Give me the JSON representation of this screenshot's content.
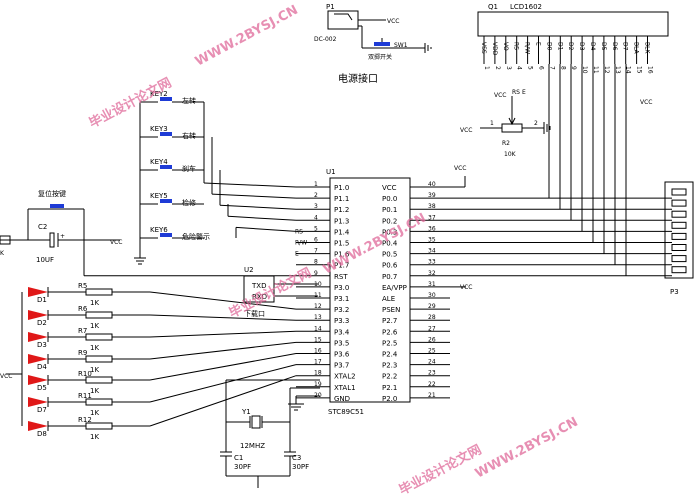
{
  "power": {
    "jack_ref": "P1",
    "jack_part": "DC-002",
    "vcc": "VCC",
    "switch_ref": "SW1",
    "switch_label": "双掷开关",
    "title": "电源接口"
  },
  "lcd": {
    "ref": "Q1",
    "part": "LCD1602",
    "pin_names": [
      "VSS",
      "VDD",
      "VO",
      "RS",
      "R/W",
      "E",
      "D0",
      "D1",
      "D2",
      "D3",
      "D4",
      "D5",
      "D6",
      "D7",
      "BLA",
      "BLK"
    ],
    "pin_numbers": [
      "1",
      "2",
      "3",
      "4",
      "5",
      "6",
      "7",
      "8",
      "9",
      "10",
      "11",
      "12",
      "13",
      "14",
      "15",
      "16"
    ],
    "rs_pin": "RS",
    "en_pin": "E",
    "vcc": "VCC",
    "pot_ref": "R2",
    "pot_value": "10K",
    "pot_pin1": "1",
    "pot_pin2": "2"
  },
  "mcu": {
    "ref": "U1",
    "part": "STC89C51",
    "left_pins": [
      {
        "num": "1",
        "name": "P1.0"
      },
      {
        "num": "2",
        "name": "P1.1"
      },
      {
        "num": "3",
        "name": "P1.2"
      },
      {
        "num": "4",
        "name": "P1.3"
      },
      {
        "num": "5",
        "name": "P1.4"
      },
      {
        "num": "6",
        "name": "P1.5"
      },
      {
        "num": "7",
        "name": "P1.6"
      },
      {
        "num": "8",
        "name": "P1.7"
      },
      {
        "num": "9",
        "name": "RST"
      },
      {
        "num": "10",
        "name": "P3.0"
      },
      {
        "num": "11",
        "name": "P3.1"
      },
      {
        "num": "12",
        "name": "P3.2"
      },
      {
        "num": "13",
        "name": "P3.3"
      },
      {
        "num": "14",
        "name": "P3.4"
      },
      {
        "num": "15",
        "name": "P3.5"
      },
      {
        "num": "16",
        "name": "P3.6"
      },
      {
        "num": "17",
        "name": "P3.7"
      },
      {
        "num": "18",
        "name": "XTAL2"
      },
      {
        "num": "19",
        "name": "XTAL1"
      },
      {
        "num": "20",
        "name": "GND"
      }
    ],
    "right_pins": [
      {
        "num": "40",
        "name": "VCC"
      },
      {
        "num": "39",
        "name": "P0.0"
      },
      {
        "num": "38",
        "name": "P0.1"
      },
      {
        "num": "37",
        "name": "P0.2"
      },
      {
        "num": "36",
        "name": "P0.3"
      },
      {
        "num": "35",
        "name": "P0.4"
      },
      {
        "num": "34",
        "name": "P0.5"
      },
      {
        "num": "33",
        "name": "P0.6"
      },
      {
        "num": "32",
        "name": "P0.7"
      },
      {
        "num": "31",
        "name": "EA/VPP"
      },
      {
        "num": "30",
        "name": "ALE"
      },
      {
        "num": "29",
        "name": "PSEN"
      },
      {
        "num": "28",
        "name": "P2.7"
      },
      {
        "num": "27",
        "name": "P2.6"
      },
      {
        "num": "26",
        "name": "P2.5"
      },
      {
        "num": "25",
        "name": "P2.4"
      },
      {
        "num": "24",
        "name": "P2.3"
      },
      {
        "num": "23",
        "name": "P2.2"
      },
      {
        "num": "22",
        "name": "P2.1"
      },
      {
        "num": "21",
        "name": "P2.0"
      }
    ],
    "left_net_labels": [
      "RS",
      "R/W",
      "E"
    ]
  },
  "keys": [
    {
      "ref": "KEY2",
      "label": "左转"
    },
    {
      "ref": "KEY3",
      "label": "右转"
    },
    {
      "ref": "KEY4",
      "label": "刹车"
    },
    {
      "ref": "KEY5",
      "label": "检修"
    },
    {
      "ref": "KEY6",
      "label": "危险警示"
    }
  ],
  "reset": {
    "label": "复位按键",
    "cap_ref": "C2",
    "cap_value": "10UF",
    "res_frag": "K"
  },
  "serial": {
    "ref": "U2",
    "txd": "TXD",
    "rxd": "RXD",
    "label": "下载口"
  },
  "leds": [
    {
      "led": "D1",
      "res": "R5",
      "value": "1K"
    },
    {
      "led": "D2",
      "res": "R6",
      "value": "1K"
    },
    {
      "led": "D3",
      "res": "R7",
      "value": "1K"
    },
    {
      "led": "D4",
      "res": "R9",
      "value": "1K"
    },
    {
      "led": "D5",
      "res": "R10",
      "value": "1K"
    },
    {
      "led": "D7",
      "res": "R11",
      "value": "1K"
    },
    {
      "led": "D8",
      "res": "R12",
      "value": "1K"
    }
  ],
  "crystal": {
    "ref": "Y1",
    "value": "12MHZ",
    "c1_ref": "C1",
    "c3_ref": "C3",
    "c_value": "30PF"
  },
  "header": {
    "ref": "P3"
  },
  "watermark": {
    "url": "WWW.2BYSJ.CN",
    "site": "毕业设计论文网"
  },
  "colors": {
    "wire": "#000000",
    "button": "#1e3bd6",
    "led": "#e01818",
    "watermark": "#e06a9a"
  }
}
